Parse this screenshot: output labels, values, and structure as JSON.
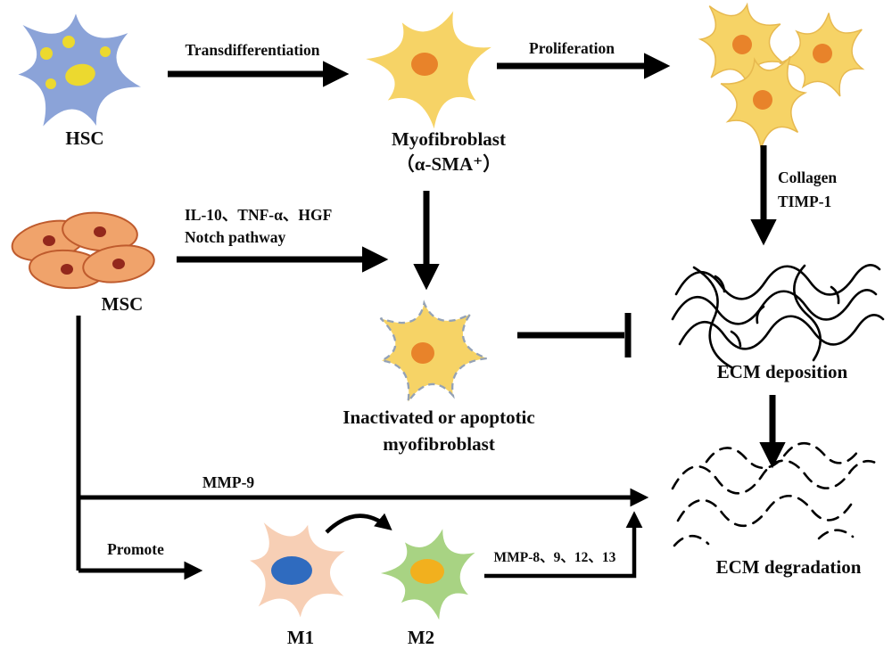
{
  "figure": {
    "background": "#ffffff",
    "nodes": {
      "hsc": {
        "label": "HSC"
      },
      "myofibroblast": {
        "label": "Myofibroblast",
        "marker": "（α-SMA⁺）"
      },
      "msc": {
        "label": "MSC"
      },
      "inactivated": {
        "line1": "Inactivated or apoptotic",
        "line2": "myofibroblast"
      },
      "ecm_deposition": {
        "label": "ECM deposition"
      },
      "ecm_degradation": {
        "label": "ECM degradation"
      },
      "m1": {
        "label": "M1"
      },
      "m2": {
        "label": "M2"
      }
    },
    "edges": {
      "transdifferentiation": {
        "label": "Transdifferentiation"
      },
      "proliferation": {
        "label": "Proliferation"
      },
      "collagen_timp": {
        "line1": "Collagen",
        "line2": "TIMP-1"
      },
      "msc_to_myofibroblast": {
        "line1": "IL-10、TNF-α、HGF",
        "line2": "Notch pathway"
      },
      "mmp9": {
        "label": "MMP-9"
      },
      "promote": {
        "label": "Promote"
      },
      "mmp8": {
        "label": "MMP-8、9、12、13"
      }
    },
    "colors": {
      "hsc_body": "#8ba3d8",
      "hsc_nucleus": "#ecd92f",
      "myofibroblast_body": "#f6d366",
      "myofibroblast_nucleus": "#e8832a",
      "msc_body": "#f0a36b",
      "msc_nucleus": "#93281c",
      "m1_body": "#f7cfb5",
      "m1_nucleus": "#2f6bbf",
      "m2_body": "#a8d383",
      "m2_nucleus": "#f2b01e",
      "line": "#000000"
    }
  }
}
